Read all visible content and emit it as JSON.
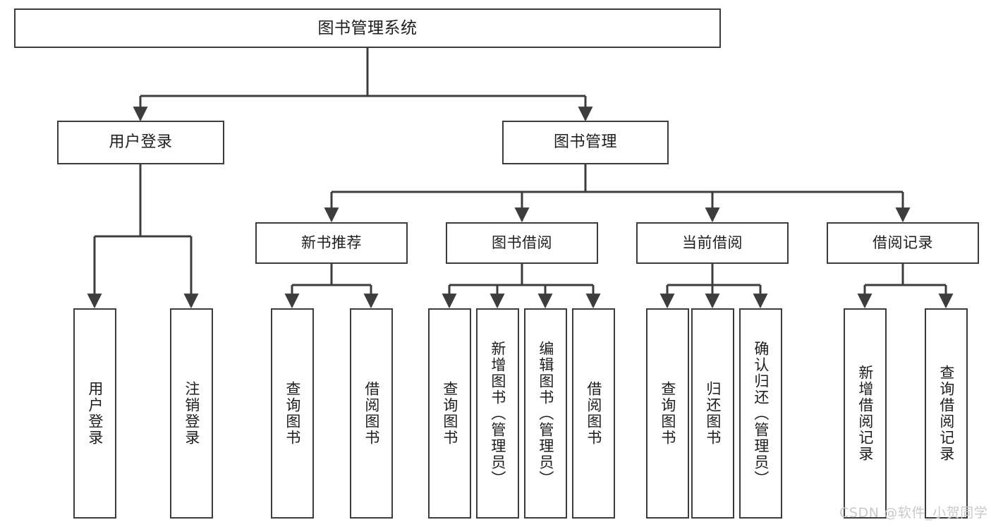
{
  "diagram": {
    "title": "图书管理系统",
    "background_color": "#ffffff",
    "line_color": "#3d3d3d",
    "box_fill": "#ffffff",
    "text_color": "#1d1d1d"
  },
  "root": {
    "label": "图书管理系统"
  },
  "level2": [
    {
      "label": "用户登录"
    },
    {
      "label": "图书管理"
    }
  ],
  "level3": [
    {
      "label": "新书推荐"
    },
    {
      "label": "图书借阅"
    },
    {
      "label": "当前借阅"
    },
    {
      "label": "借阅记录"
    }
  ],
  "leaves": {
    "user_login": [
      {
        "label": "用户登录"
      },
      {
        "label": "注销登录"
      }
    ],
    "new_book": [
      {
        "label": "查询图书"
      },
      {
        "label": "借阅图书"
      }
    ],
    "book_borrow": [
      {
        "label": "查询图书"
      },
      {
        "label": "新增图书（管理员）"
      },
      {
        "label": "编辑图书（管理员）"
      },
      {
        "label": "借阅图书"
      }
    ],
    "current_borrow": [
      {
        "label": "查询图书"
      },
      {
        "label": "归还图书"
      },
      {
        "label": "确认归还（管理员）"
      }
    ],
    "borrow_record": [
      {
        "label": "新增借阅记录"
      },
      {
        "label": "查询借阅记录"
      }
    ]
  },
  "watermark": {
    "text": "CSDN @软件_小贺同学"
  }
}
